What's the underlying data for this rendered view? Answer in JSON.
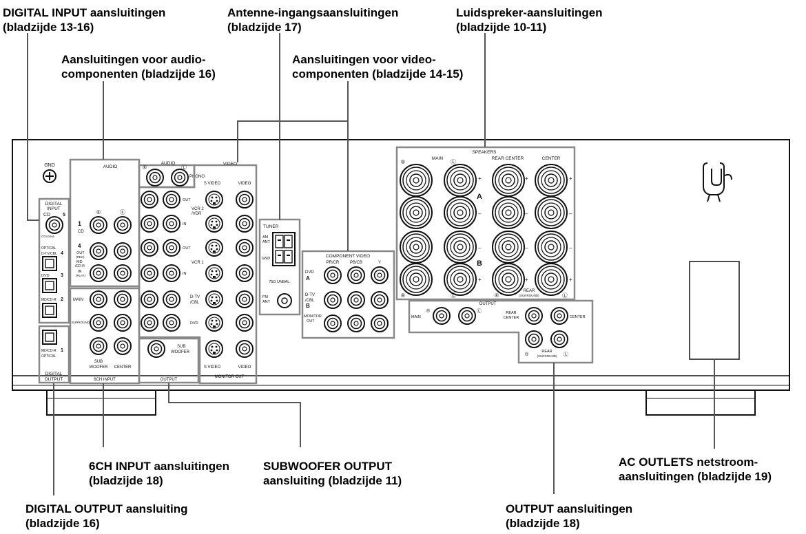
{
  "callouts": {
    "digital_input": {
      "line1": "DIGITAL INPUT aansluitingen",
      "line2": "(bladzijde 13-16)"
    },
    "audio_components": {
      "line1": "Aansluitingen voor audio-",
      "line2": "componenten (bladzijde 16)"
    },
    "antenna": {
      "line1": "Antenne-ingangsaansluitingen",
      "line2": "(bladzijde 17)"
    },
    "video_components": {
      "line1": "Aansluitingen voor video-",
      "line2": "componenten (bladzijde 14-15)"
    },
    "speakers": {
      "line1": "Luidspreker-aansluitingen",
      "line2": "(bladzijde 10-11)"
    },
    "six_ch_input": {
      "line1": "6CH INPUT aansluitingen",
      "line2": "(bladzijde 18)"
    },
    "subwoofer_output": {
      "line1": "SUBWOOFER OUTPUT",
      "line2": "aansluiting (bladzijde 11)"
    },
    "ac_outlets": {
      "line1": "AC OUTLETS netstroom-",
      "line2": "aansluitingen (bladzijde 19)"
    },
    "digital_output": {
      "line1": "DIGITAL OUTPUT aansluiting",
      "line2": "(bladzijde 16)"
    },
    "output": {
      "line1": "OUTPUT aansluitingen",
      "line2": "(bladzijde 18)"
    }
  },
  "panel": {
    "gnd": "GND",
    "digital_input": {
      "title1": "DIGITAL",
      "title2": "INPUT",
      "cd": "CD",
      "coaxial": "COAXIAL",
      "optical": "OPTICAL",
      "dtv": "D-TV/CBL",
      "dvd": "DVD",
      "mdcdr": "MD/CD-R"
    },
    "digital_output": {
      "mdcdr": "MD/CD-R",
      "optical": "OPTICAL",
      "title1": "DIGITAL",
      "title2": "OUTPUT"
    },
    "audio": {
      "title": "AUDIO",
      "cd": "CD",
      "out": "OUT",
      "rec": "(REC)",
      "md": "MD",
      "cdr": "/CD-R",
      "in": "IN",
      "play": "(PLAY)"
    },
    "phono": {
      "title": "AUDIO",
      "label": "PHONO"
    },
    "six_ch": {
      "main": "MAIN",
      "surround": "SURROUND",
      "sub": "SUB",
      "woofer": "WOOFER",
      "center": "CENTER",
      "title": "6CH INPUT"
    },
    "video": {
      "title": "VIDEO",
      "svideo": "S VIDEO",
      "video": "VIDEO",
      "out": "OUT",
      "vcr2": "VCR 2",
      "vdr": "/VDR",
      "in": "IN",
      "vcr1": "VCR 1",
      "dtv": "D-TV",
      "cbl": "/CBL",
      "dvd": "DVD",
      "monitor_out": "MONITOR OUT"
    },
    "sub_output": {
      "sub": "SUB",
      "woofer": "WOOFER",
      "title": "OUTPUT"
    },
    "tuner": {
      "title": "TUNER",
      "am": "AM",
      "ant": "ANT",
      "gnd": "GND",
      "unbal": "75Ω UNBAL.",
      "fm": "FM"
    },
    "component": {
      "title": "COMPONENT VIDEO",
      "pr": "PR/CR",
      "pb": "PB/CB",
      "y": "Y",
      "dvd": "DVD",
      "dtv": "D-TV",
      "cbl": "/CBL",
      "monitor": "MONITOR",
      "out": "OUT"
    },
    "speakers": {
      "title": "SPEAKERS",
      "main": "MAIN",
      "rear_center": "REAR CENTER",
      "center": "CENTER",
      "a": "A",
      "b": "B",
      "rear": "REAR",
      "surround": "(SURROUND)"
    },
    "output": {
      "title": "OUTPUT",
      "main": "MAIN",
      "rear": "REAR",
      "center_label": "CENTER",
      "center": "CENTER",
      "surround": "(SURROUND)"
    }
  }
}
